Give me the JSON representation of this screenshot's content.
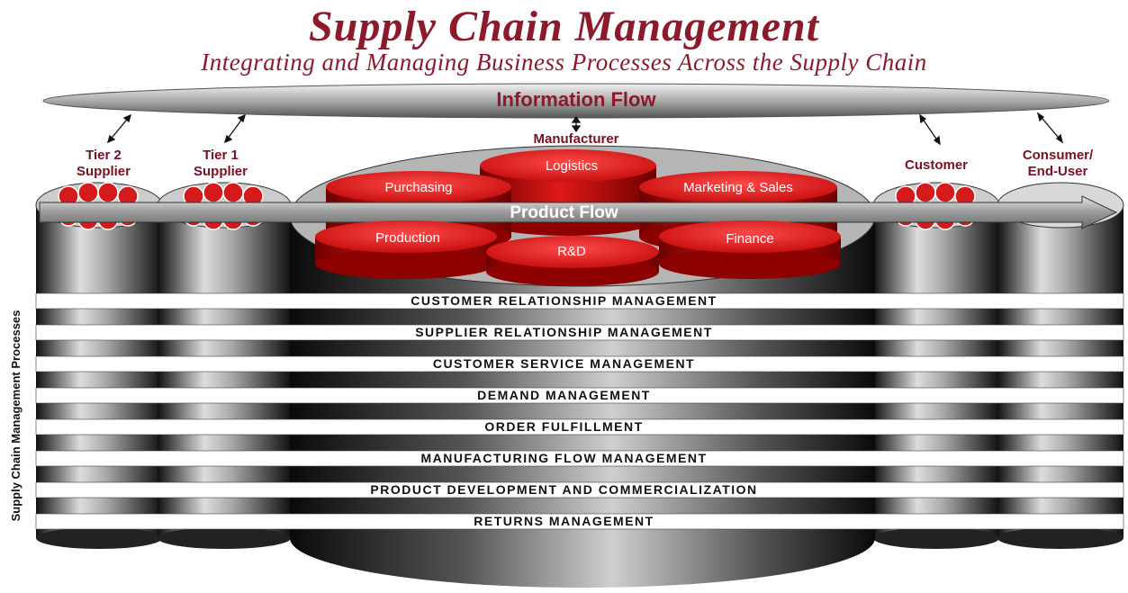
{
  "title": "Supply Chain Management",
  "subtitle": "Integrating and Managing Business Processes Across the Supply Chain",
  "information_flow": "Information Flow",
  "product_flow": "Product Flow",
  "entities": {
    "tier2": [
      "Tier 2",
      "Supplier"
    ],
    "tier1": [
      "Tier 1",
      "Supplier"
    ],
    "manufacturer": "Manufacturer",
    "customer": "Customer",
    "consumer": [
      "Consumer/",
      "End-User"
    ]
  },
  "departments": {
    "logistics": "Logistics",
    "purchasing": "Purchasing",
    "marketing": "Marketing & Sales",
    "production": "Production",
    "rnd": "R&D",
    "finance": "Finance"
  },
  "processes_axis_label": "Supply Chain Management Processes",
  "processes": [
    "CUSTOMER RELATIONSHIP MANAGEMENT",
    "SUPPLIER RELATIONSHIP MANAGEMENT",
    "CUSTOMER SERVICE MANAGEMENT",
    "DEMAND MANAGEMENT",
    "ORDER FULFILLMENT",
    "MANUFACTURING FLOW MANAGEMENT",
    "PRODUCT DEVELOPMENT AND COMMERCIALIZATION",
    "RETURNS MANAGEMENT"
  ],
  "colors": {
    "title": "#8b1a2b",
    "red": "#d41a1a",
    "band": "#ffffff"
  }
}
